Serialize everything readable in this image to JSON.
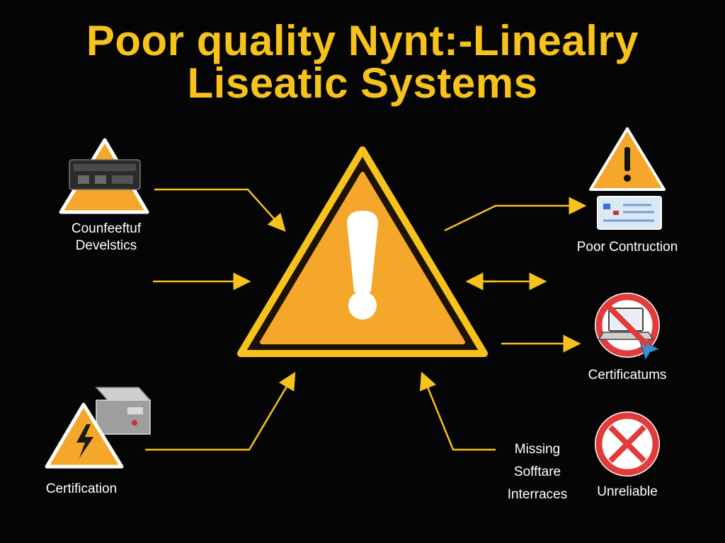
{
  "title": {
    "line1": "Poor quality Nynt:-Linealry",
    "line2": "Liseatic Systems"
  },
  "labels": {
    "counterfeit_line1": "Counfeeftuf",
    "counterfeit_line2": "Develstics",
    "certification": "Certification",
    "poor_construction": "Poor Contruction",
    "certificatums": "Certificatums",
    "missing_line1": "Missing",
    "missing_line2": "Sofftare",
    "missing_line3": "Interraces",
    "unreliable": "Unreliable"
  },
  "colors": {
    "background": "#050505",
    "accent": "#f6c21b",
    "warning_fill": "#f4a72a",
    "danger": "#e23b3b",
    "text": "#ffffff"
  },
  "icons": [
    "warning-triangle-icon",
    "electronic-device-icon",
    "high-voltage-icon",
    "server-box-icon",
    "document-screen-icon",
    "prohibited-laptop-icon",
    "prohibited-x-icon"
  ]
}
